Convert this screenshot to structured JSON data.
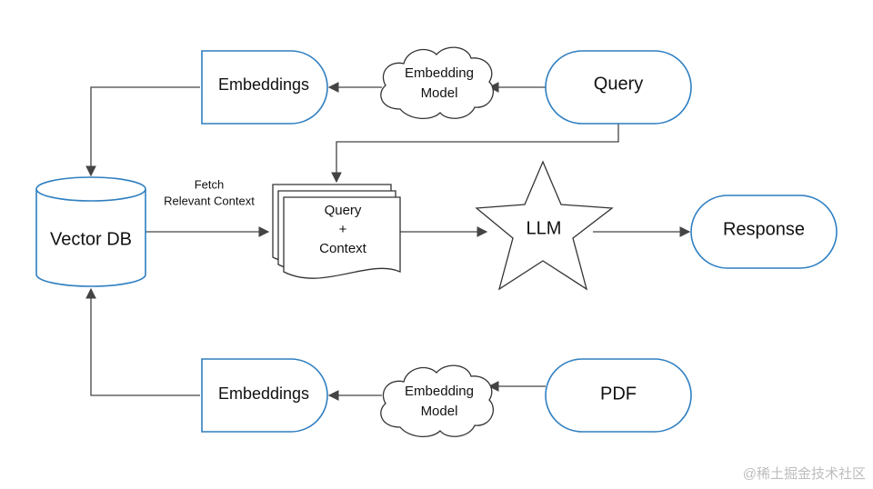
{
  "nodes": {
    "embeddings_top": "Embeddings",
    "embedding_model_top": [
      "Embedding",
      "Model"
    ],
    "query": "Query",
    "vector_db": "Vector DB",
    "query_context": [
      "Query",
      "+",
      "Context"
    ],
    "llm": "LLM",
    "response": "Response",
    "embeddings_bottom": "Embeddings",
    "embedding_model_bottom": [
      "Embedding",
      "Model"
    ],
    "pdf": "PDF"
  },
  "edge_labels": {
    "fetch": [
      "Fetch",
      "Relevant Context"
    ]
  },
  "watermark": "@稀土掘金技术社区",
  "colors": {
    "node_border": "#2f7fc1",
    "line": "#444444",
    "text": "#111111"
  }
}
